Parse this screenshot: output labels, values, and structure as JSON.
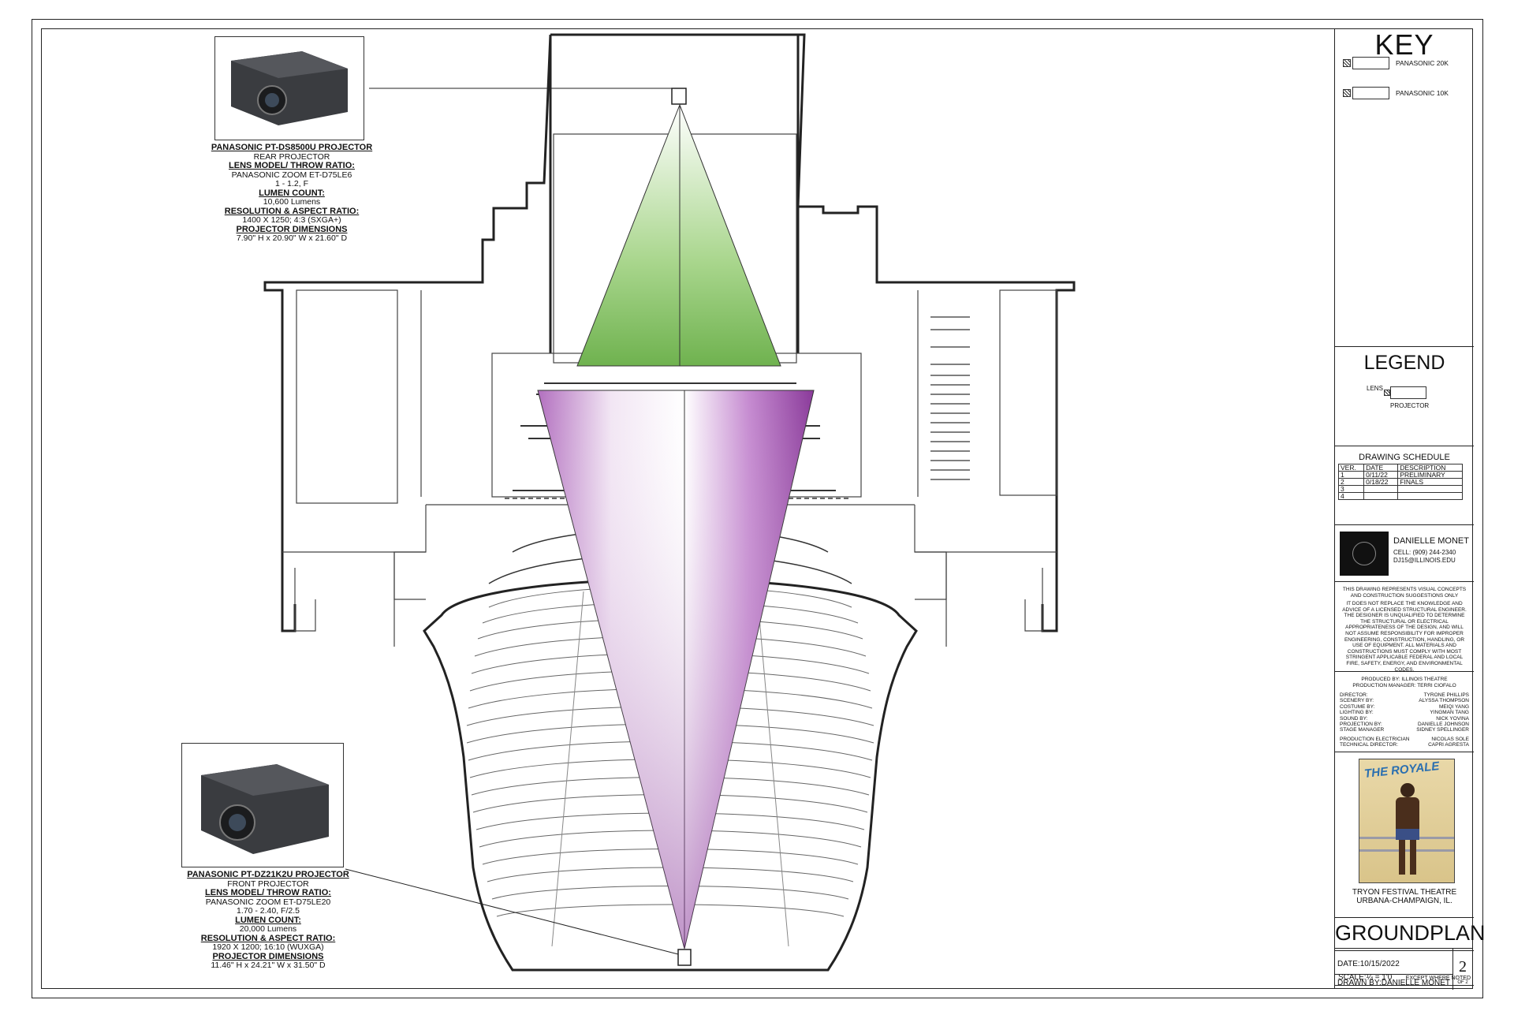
{
  "projector_rear": {
    "model": "PANASONIC PT-DS8500U PROJECTOR",
    "role": "REAR PROJECTOR",
    "lens_heading": "LENS MODEL/ THROW RATIO:",
    "lens_model": "PANASONIC ZOOM ET-D75LE6",
    "throw_ratio": "1 - 1.2, F",
    "lumen_heading": "LUMEN COUNT:",
    "lumens": "10,600 Lumens",
    "res_heading": "RESOLUTION & ASPECT RATIO:",
    "resolution": "1400 X 1250; 4:3 (SXGA+)",
    "dim_heading": "PROJECTOR DIMENSIONS",
    "dimensions": "7.90\" H x 20.90\" W x 21.60\" D"
  },
  "projector_front": {
    "model": "PANASONIC PT-DZ21K2U PROJECTOR",
    "role": "FRONT PROJECTOR",
    "lens_heading": "LENS MODEL/ THROW RATIO:",
    "lens_model": "PANASONIC ZOOM ET-D75LE20",
    "throw_ratio": "1.70 - 2.40, F/2.5",
    "lumen_heading": "LUMEN COUNT:",
    "lumens": "20,000 Lumens",
    "res_heading": "RESOLUTION & ASPECT RATIO:",
    "resolution": "1920 X 1200; 16:10 (WUXGA)",
    "dim_heading": "PROJECTOR DIMENSIONS",
    "dimensions": "11.46\" H x 24.21\" W x 31.50\" D"
  },
  "colors": {
    "rear_beam": "#7fbf5f",
    "front_beam": "#8a3a9a",
    "line": "#222222"
  },
  "title_block": {
    "key_title": "KEY",
    "key_items": [
      "PANASONIC 20K",
      "PANASONIC 10K"
    ],
    "legend_title": "LEGEND",
    "legend_lens": "LENS",
    "legend_projector": "PROJECTOR",
    "schedule_title": "DRAWING SCHEDULE",
    "schedule_headers": [
      "VER.",
      "DATE",
      "DESCRIPTION"
    ],
    "schedule_rows": [
      [
        "1",
        "0/11/22",
        "PRELIMINARY"
      ],
      [
        "2",
        "0/18/22",
        "FINALS"
      ],
      [
        "3",
        "",
        ""
      ],
      [
        "4",
        "",
        ""
      ]
    ],
    "designer_name": "DANIELLE MONET",
    "designer_cell": "CELL: (909) 244-2340",
    "designer_email": "DJ15@ILLINOIS.EDU",
    "disclaimer_1": "THIS DRAWING REPRESENTS VISUAL CONCEPTS AND CONSTRUCTION SUGGESTIONS ONLY",
    "disclaimer_2": "IT DOES NOT REPLACE THE KNOWLEDGE AND ADVICE OF A LICENSED STRUCTURAL ENGINEER. THE DESIGNER IS UNQUALIFIED TO DETERMINE THE STRUCTURAL OR ELECTRICAL APPROPRIATENESS OF THE DESIGN, AND WILL NOT ASSUME RESPONSIBILITY FOR IMPROPER ENGINEERING, CONSTRUCTION, HANDLING, OR USE OF EQUIPMENT. ALL MATERIALS AND CONSTRUCTIONS MUST COMPLY WITH MOST STRINGENT APPLICABLE FEDERAL AND LOCAL FIRE, SAFETY, ENERGY, AND ENVIRONMENTAL CODES.",
    "produced_by": "PRODUCED BY: ILLINOIS THEATRE",
    "production_manager": "PRODUCTION MANAGER: TERRI CIOFALO",
    "credits": [
      [
        "DIRECTOR:",
        "TYRONE PHILLIPS"
      ],
      [
        "SCENERY BY:",
        "ALYSSA THOMPSON"
      ],
      [
        "COSTUME BY:",
        "MEIQI YANG"
      ],
      [
        "LIGHTING BY:",
        "YINGMAN TANG"
      ],
      [
        "SOUND BY:",
        "NICK YOVINA"
      ],
      [
        "PROJECTION BY:",
        "DANIELLE JOHNSON"
      ],
      [
        "STAGE MANAGER",
        "SIDNEY SPELLINGER"
      ],
      [
        "PRODUCTION ELECTRICIAN",
        "NICOLAS SOLE"
      ],
      [
        "TECHNICAL DIRECTOR:",
        "CAPRI AGRESTA"
      ]
    ],
    "poster_title": "THE ROYALE",
    "venue": "TRYON FESTIVAL THEATRE",
    "city": "URBANA-CHAMPAIGN, IL.",
    "sheet_title": "GROUNDPLAN",
    "scale": "SCALE:¼ = 1'0",
    "scale_note": "EXCEPT WHERE NOTED",
    "date": "DATE:10/15/2022",
    "drawn_by": "DRAWN BY:DANIELLE MONET",
    "sheet_number": "2",
    "sheet_of": "OF 2"
  }
}
